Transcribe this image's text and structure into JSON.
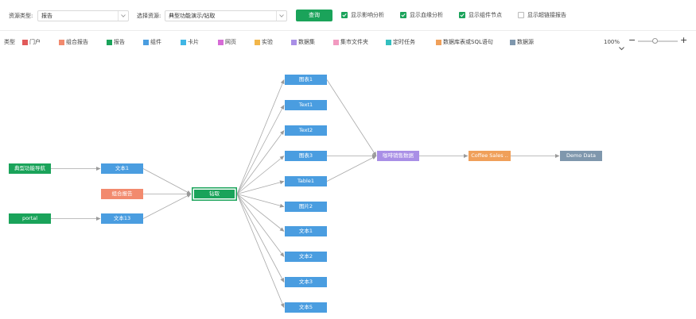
{
  "filters": {
    "resource_type_label": "资源类型:",
    "resource_type_value": "报告",
    "select_resource_label": "选择资源:",
    "select_resource_value": "典型功能演示/钻取",
    "query_button": "查询",
    "checkboxes": [
      {
        "label": "显示影响分析",
        "checked": true
      },
      {
        "label": "显示血缘分析",
        "checked": true
      },
      {
        "label": "显示组件节点",
        "checked": true
      },
      {
        "label": "显示超链接报告",
        "checked": false
      }
    ]
  },
  "legend": {
    "title": "类型",
    "items": [
      {
        "label": "门户",
        "color": "#e15a5a"
      },
      {
        "label": "组合报告",
        "color": "#f28a6e"
      },
      {
        "label": "报告",
        "color": "#1aa35a"
      },
      {
        "label": "组件",
        "color": "#4a9de0"
      },
      {
        "label": "卡片",
        "color": "#40b6e5"
      },
      {
        "label": "网页",
        "color": "#d66bd6"
      },
      {
        "label": "实验",
        "color": "#f2b64a"
      },
      {
        "label": "数据集",
        "color": "#a98fe6"
      },
      {
        "label": "集市文件夹",
        "color": "#f29ac0"
      },
      {
        "label": "定时任务",
        "color": "#33bfbf"
      },
      {
        "label": "数据库表或SQL语句",
        "color": "#f0a05a"
      },
      {
        "label": "数据源",
        "color": "#7f97ad"
      }
    ]
  },
  "zoom": {
    "level": "100%",
    "minus": "−",
    "plus": "+",
    "position": 0.42
  },
  "graph": {
    "nodes": [
      {
        "id": "portal_nav",
        "label": "典型功能导航",
        "type": "报告",
        "color": "#1aa35a"
      },
      {
        "id": "portal",
        "label": "portal",
        "type": "报告",
        "color": "#1aa35a"
      },
      {
        "id": "wenben1_in",
        "label": "文本1",
        "type": "组件",
        "color": "#4a9de0"
      },
      {
        "id": "combo",
        "label": "组合报告",
        "type": "组合报告",
        "color": "#f28a6e"
      },
      {
        "id": "wenben13",
        "label": "文本13",
        "type": "组件",
        "color": "#4a9de0"
      },
      {
        "id": "drill",
        "label": "钻取",
        "type": "报告",
        "color": "#1aa35a"
      },
      {
        "id": "chart1",
        "label": "图表1",
        "type": "组件",
        "color": "#4a9de0"
      },
      {
        "id": "text1",
        "label": "Text1",
        "type": "组件",
        "color": "#4a9de0"
      },
      {
        "id": "text2",
        "label": "Text2",
        "type": "组件",
        "color": "#4a9de0"
      },
      {
        "id": "chart3",
        "label": "图表3",
        "type": "组件",
        "color": "#4a9de0"
      },
      {
        "id": "table1",
        "label": "Table1",
        "type": "组件",
        "color": "#4a9de0"
      },
      {
        "id": "pic2",
        "label": "图片2",
        "type": "组件",
        "color": "#4a9de0"
      },
      {
        "id": "wb1",
        "label": "文本1",
        "type": "组件",
        "color": "#4a9de0"
      },
      {
        "id": "wb2",
        "label": "文本2",
        "type": "组件",
        "color": "#4a9de0"
      },
      {
        "id": "wb3",
        "label": "文本3",
        "type": "组件",
        "color": "#4a9de0"
      },
      {
        "id": "wb5",
        "label": "文本5",
        "type": "组件",
        "color": "#4a9de0"
      },
      {
        "id": "dataset",
        "label": "咖啡销售数据",
        "type": "数据集",
        "color": "#a98fe6"
      },
      {
        "id": "coffee",
        "label": "Coffee Sales ..",
        "type": "数据库表或SQL语句",
        "color": "#f0a05a"
      },
      {
        "id": "demodata",
        "label": "Demo Data",
        "type": "数据源",
        "color": "#7f97ad"
      }
    ],
    "edges": [
      [
        "portal_nav",
        "wenben1_in"
      ],
      [
        "portal",
        "wenben13"
      ],
      [
        "wenben1_in",
        "drill"
      ],
      [
        "combo",
        "drill"
      ],
      [
        "wenben13",
        "drill"
      ],
      [
        "drill",
        "chart1"
      ],
      [
        "drill",
        "text1"
      ],
      [
        "drill",
        "text2"
      ],
      [
        "drill",
        "chart3"
      ],
      [
        "drill",
        "table1"
      ],
      [
        "drill",
        "pic2"
      ],
      [
        "drill",
        "wb1"
      ],
      [
        "drill",
        "wb2"
      ],
      [
        "drill",
        "wb3"
      ],
      [
        "drill",
        "wb5"
      ],
      [
        "chart1",
        "dataset"
      ],
      [
        "chart3",
        "dataset"
      ],
      [
        "table1",
        "dataset"
      ],
      [
        "dataset",
        "coffee"
      ],
      [
        "coffee",
        "demodata"
      ]
    ]
  }
}
